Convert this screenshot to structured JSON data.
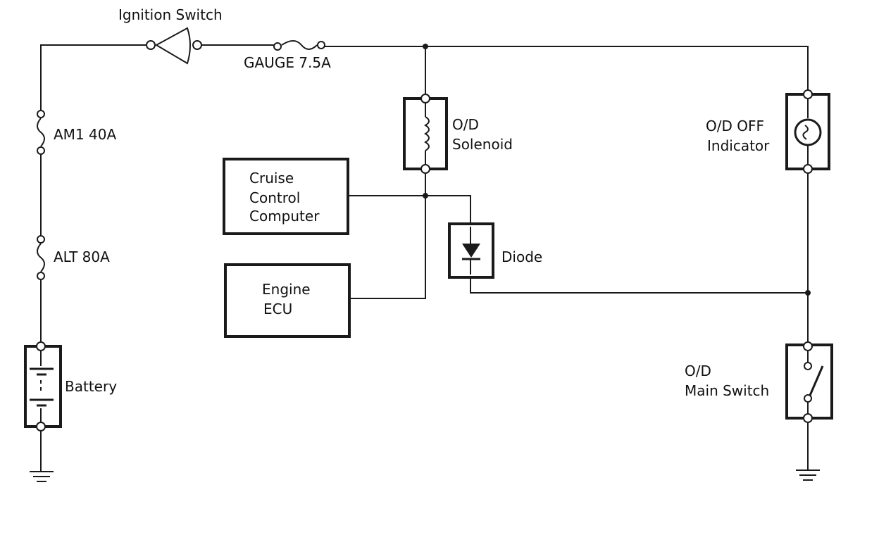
{
  "labels": {
    "ignition_switch": "Ignition Switch",
    "gauge_fuse": "GAUGE 7.5A",
    "am1_fuse": "AM1 40A",
    "alt_fuse": "ALT 80A",
    "battery": "Battery",
    "od_solenoid_line1": "O/D",
    "od_solenoid_line2": "Solenoid",
    "od_off_indicator_line1": "O/D OFF",
    "od_off_indicator_line2": "Indicator",
    "cruise_line1": "Cruise",
    "cruise_line2": "Control",
    "cruise_line3": "Computer",
    "engine_ecu_line1": "Engine",
    "engine_ecu_line2": "ECU",
    "diode": "Diode",
    "od_main_switch_line1": "O/D",
    "od_main_switch_line2": "Main Switch"
  },
  "colors": {
    "line": "#1a1a1a",
    "background": "#ffffff"
  }
}
